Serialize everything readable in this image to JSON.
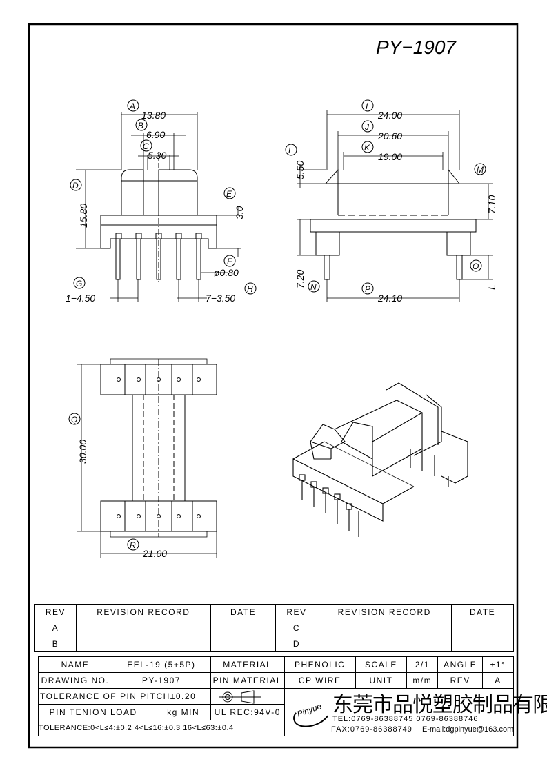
{
  "title": "PY−1907",
  "front_view": {
    "A": "A",
    "A_val": "13.80",
    "B": "B",
    "B_val": "6.90",
    "C": "C",
    "C_val": "5.30",
    "D": "D",
    "D_val": "15.80",
    "E": "E",
    "E_val": "3.0",
    "F": "F",
    "F_val": "ø0.80",
    "G": "G",
    "G_val": "1−4.50",
    "H": "H",
    "H_val": "7−3.50"
  },
  "side_view": {
    "I": "I",
    "I_val": "24.00",
    "J": "J",
    "J_val": "20.60",
    "K": "K",
    "K_val": "19.00",
    "L": "L",
    "L_val": "5.50",
    "M": "M",
    "M_val": "7.10",
    "N": "N",
    "N_val": "7.20",
    "O": "O",
    "O_letter": "L",
    "P": "P",
    "P_val": "24.10"
  },
  "top_view": {
    "Q": "Q",
    "Q_val": "30.00",
    "R": "R",
    "R_val": "21.00"
  },
  "revision": {
    "headers": [
      "REV",
      "REVISION RECORD",
      "DATE",
      "REV",
      "REVISION RECORD",
      "DATE"
    ],
    "rows": [
      [
        "A",
        "",
        "",
        "C",
        "",
        ""
      ],
      [
        "B",
        "",
        "",
        "D",
        "",
        ""
      ]
    ]
  },
  "title_block": {
    "name_label": "NAME",
    "name": "EEL-19 (5+5P)",
    "material_label": "MATERIAL",
    "material": "PHENOLIC",
    "scale_label": "SCALE",
    "scale": "2/1",
    "angle_label": "ANGLE",
    "angle": "±1°",
    "drawing_no_label": "DRAWING NO.",
    "drawing_no": "PY-1907",
    "pin_material_label": "PIN MATERIAL",
    "pin_material": "CP WIRE",
    "unit_label": "UNIT",
    "unit": "m/m",
    "rev_label": "REV",
    "rev": "A",
    "pin_pitch_tol": "TOLERANCE OF PIN PITCH±0.20",
    "pin_load_label": "PIN TENION LOAD",
    "pin_load_unit": "kg MIN",
    "ul": "UL REC:94V-0",
    "tolerance": "TOLERANCE:0<L≤4:±0.2  4<L≤16:±0.3  16<L≤63:±0.4"
  },
  "company": {
    "logo": "Pinyue",
    "name": "东莞市品悦塑胶制品有限公司",
    "tel": "TEL:0769-86388745   0769-86388746",
    "fax": "FAX:0769-86388749",
    "email": "E-mail:dgpinyue@163.com"
  }
}
